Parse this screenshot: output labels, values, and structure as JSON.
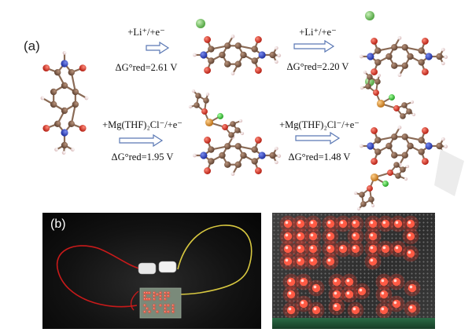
{
  "panel_a": {
    "label": "(a)",
    "reactions": [
      {
        "reagent": "+Li⁺/+e⁻",
        "energy": "ΔG°red=2.61 V"
      },
      {
        "reagent": "+Li⁺/+e⁻",
        "energy": "ΔG°red=2.20 V"
      },
      {
        "reagent": "+Mg(THF)₂Cl⁻/+e⁻",
        "energy": "ΔG°red=1.95 V"
      },
      {
        "reagent": "+Mg(THF)₂Cl⁻/+e⁻",
        "energy": "ΔG°red=1.48 V"
      }
    ]
  },
  "panel_b": {
    "label": "(b)"
  },
  "colors": {
    "carbon": "#7a5a45",
    "oxygen": "#d42a1a",
    "nitrogen": "#2848c8",
    "hydrogen": "#f2dede",
    "lithium": "#7ad06a",
    "magnesium": "#d88a2a",
    "chlorine": "#3ac83a",
    "arrow": "#5a78b4",
    "led_red": "#ff3a2a"
  }
}
